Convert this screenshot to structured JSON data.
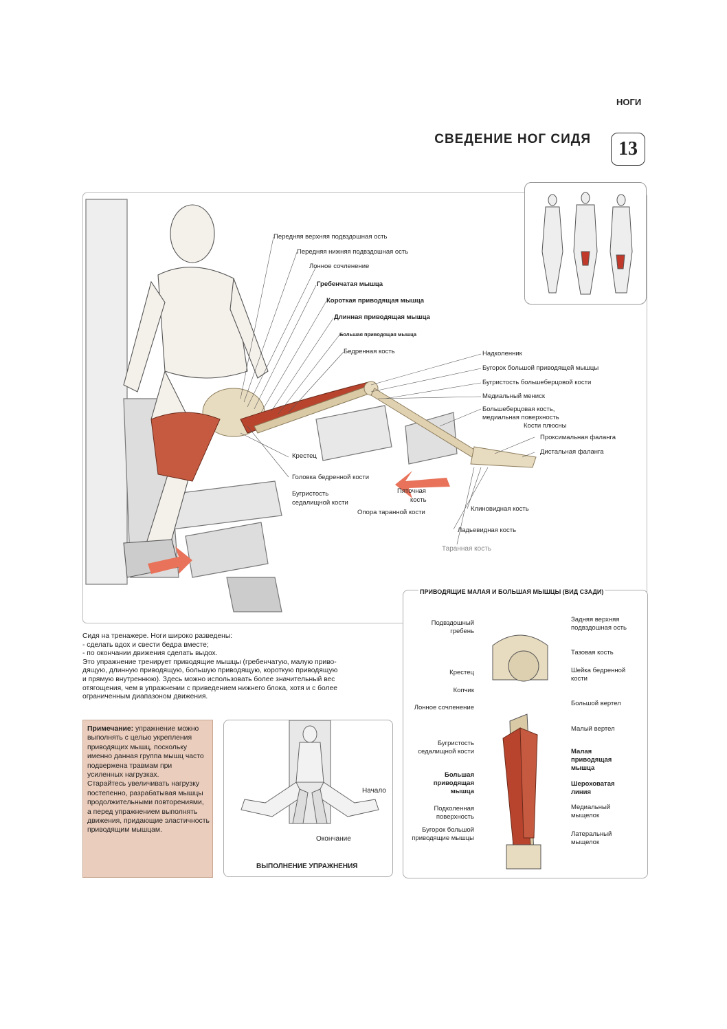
{
  "header": {
    "section": "НОГИ",
    "title": "СВЕДЕНИЕ НОГ СИДЯ",
    "number": "13"
  },
  "main_labels": [
    "Передняя верхняя подвздошная ость",
    "Передняя нижняя подвздошная ость",
    "Лонное сочленение",
    "Гребенчатая мышца",
    "Короткая приводящая мышца",
    "Длинная приводящая мышца",
    "Большая приводящая мышца",
    "Бедренная кость",
    "Надколенник",
    "Бугорок большой приводящей мышцы",
    "Бугристость большеберцовой кости",
    "Медиальный мениск",
    "Большеберцовая кость,",
    "медиальная поверхность",
    "Кости плюсны",
    "Проксимальная фаланга",
    "Дистальная фаланга",
    "Крестец",
    "Головка бедренной кости",
    "Бугристость",
    "седалищной кости",
    "Пяточная",
    "кость",
    "Опора таранной кости",
    "Клиновидная кость",
    "Ладьевидная кость",
    "Таранная кость"
  ],
  "instructions": [
    "Сидя на тренажере. Ноги широко разведены:",
    "-  сделать вдох и свести бедра вместе;",
    "-  по окончании движения сделать выдох.",
    "Это упражнение тренирует приводящие мышцы (гребенчатую, малую приво-",
    "дящую, длинную приводящую, большую приводящую, короткую приводящую",
    "и прямую внутреннюю). Здесь можно использовать более значительный вес",
    "отягощения, чем в упражнении с приведением нижнего блока, хотя и с более",
    "ограниченным диапазоном движения."
  ],
  "note": {
    "bold": "Примечание:",
    "text": " упражнение можно выполнять с целью укрепления приводящих мышц, поскольку именно данная группа мышц часто подвержена травмам при усиленных нагрузках.",
    "text2": "Старайтесь увеличивать нагрузку постепенно, разрабатывая мышцы продолжительными повторениями, а перед упражнением выполнять движения, придающие эластичность приводящим мышцам."
  },
  "exercise_panel": {
    "start": "Начало",
    "end": "Окончание",
    "caption": "ВЫПОЛНЕНИЕ УПРАЖНЕНИЯ"
  },
  "rear_panel": {
    "title": "ПРИВОДЯЩИЕ МАЛАЯ И БОЛЬШАЯ МЫШЦЫ (ВИД СЗАДИ)",
    "left": [
      "Подвздошный гребень",
      "Крестец",
      "Копчик",
      "Лонное сочленение",
      "Бугристость седалищной кости",
      "Большая приводящая мышца",
      "Подколенная поверхность",
      "Бугорок большой приводящие мышцы"
    ],
    "right": [
      "Задняя верхняя подвздошная ость",
      "Тазовая кость",
      "Шейка бедренной кости",
      "Большой вертел",
      "Малый вертел",
      "Малая приводящая мышца",
      "Шероховатая линия",
      "Медиальный мыщелок",
      "Латеральный мыщелок"
    ]
  },
  "colors": {
    "note_bg": "#eacdbd",
    "arrow": "#e8735a",
    "muscle": "#b8442e",
    "bone": "#e8dcc0"
  }
}
